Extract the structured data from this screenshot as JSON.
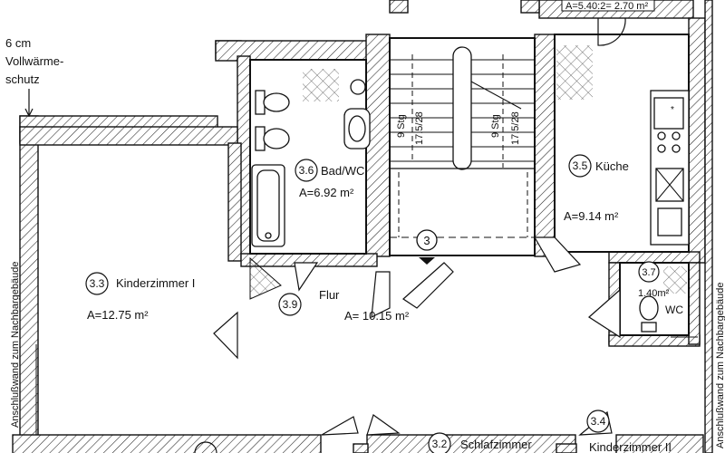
{
  "insulation_note": [
    "6 cm",
    "Vollwärme-",
    "schutz"
  ],
  "top_label": "A=5.40:2= 2.70 m²",
  "side_note_left": "Anschlußwand zum Nachbargebäude",
  "side_note_right": "Anschlußwand zum Nachbargebäude",
  "stair": {
    "marker": "3",
    "run_left": "9 Stg",
    "ratio_left": "17.5/28",
    "run_right": "9 Stg",
    "ratio_right": "17.5/28"
  },
  "rooms": [
    {
      "no": "3.3",
      "name": "Kinderzimmer I",
      "area": "A=12.75 m²"
    },
    {
      "no": "3.6",
      "name": "Bad/WC",
      "area": "A=6.92 m²"
    },
    {
      "no": "3.5",
      "name": "Küche",
      "area": "A=9.14 m²"
    },
    {
      "no": "3.9",
      "name": "Flur",
      "area": "A= 10.15 m²"
    },
    {
      "no": "3.7",
      "name": "WC",
      "area": "1.40m²"
    },
    {
      "no": "3.2",
      "name": "Schlafzimmer",
      "area": ""
    },
    {
      "no": "3.4",
      "name": "Kinderzimmer II",
      "area": ""
    }
  ]
}
